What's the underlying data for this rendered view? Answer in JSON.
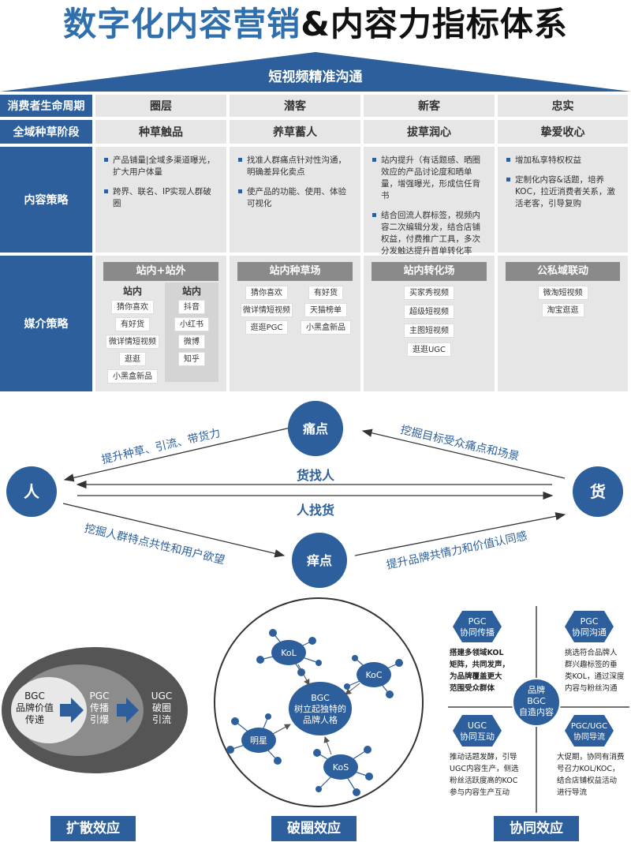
{
  "title": {
    "part1": "数字化内容营销",
    "part2": "&内容力指标体系"
  },
  "roof_label": "短视频精准沟通",
  "rows": {
    "lifecycle": {
      "label": "消费者生命周期",
      "cols": [
        "圈层",
        "潜客",
        "新客",
        "忠实"
      ]
    },
    "stage": {
      "label": "全域种草阶段",
      "cols": [
        "种草触品",
        "养草蓄人",
        "拔草润心",
        "挚爱收心"
      ]
    },
    "content": {
      "label": "内容策略",
      "cols": [
        [
          "产品铺量|全域多渠道曝光，扩大用户体量",
          "跨界、联名、IP实现人群破圈"
        ],
        [
          "找准人群痛点针对性沟通，明确差异化卖点",
          "使产品的功能、使用、体验可视化"
        ],
        [
          "站内提升（有话题感、晒圈效应的产品讨论度和晒单量，增强曝光，形成信任背书",
          "结合回流人群标签，视频内容二次编辑分发，结合店铺权益，付费推广工具，多次分发触达提升首单转化率"
        ],
        [
          "增加私享特权权益",
          "定制化内容&话题，培养KOC，拉近消费者关系，激活老客，引导复购"
        ]
      ]
    },
    "media": {
      "label": "媒介策略",
      "col1": {
        "head": "站内+站外",
        "left_head": "站内",
        "left": [
          "猜你喜欢",
          "有好货",
          "微详情短视频",
          "逛逛",
          "小黑盒新品"
        ],
        "right_head": "站内",
        "right": [
          "抖音",
          "小红书",
          "微博",
          "知乎"
        ]
      },
      "col2": {
        "head": "站内种草场",
        "left": [
          "猜你喜欢",
          "微详情短视频",
          "逛逛PGC"
        ],
        "right": [
          "有好货",
          "天猫榜单",
          "小黑盒新品"
        ]
      },
      "col3": {
        "head": "站内转化场",
        "items": [
          "买家秀视频",
          "超级短视频",
          "主图短视频",
          "逛逛UGC"
        ]
      },
      "col4": {
        "head": "公私域联动",
        "items": [
          "微淘短视频",
          "淘宝逛逛"
        ]
      }
    }
  },
  "flow": {
    "person": "人",
    "goods": "货",
    "pain": "痛点",
    "itch": "痒点",
    "goods_find_person": "货找人",
    "person_find_goods": "人找货",
    "top_left": "提升种草、引流、带货力",
    "top_right": "挖掘目标受众痛点和场景",
    "bottom_left": "挖掘人群特点共性和用户欲望",
    "bottom_right": "提升品牌共情力和价值认同感"
  },
  "diffusion": {
    "label": "扩散效应",
    "steps": [
      "BGC\n品牌价值\n传递",
      "PGC\n传播\n引爆",
      "UGC\n破圈\n引流"
    ]
  },
  "breakout": {
    "label": "破圈效应",
    "center": "BGC\n树立起独特的\n品牌人格",
    "nodes": [
      "KoL",
      "KoC",
      "明星",
      "KoS"
    ]
  },
  "synergy": {
    "label": "协同效应",
    "center": "品牌\nBGC\n自造内容",
    "quads": [
      {
        "badge": "PGC\n协同传播",
        "text": "搭建多领域KOL矩阵，共同发声，为品牌覆盖更大范围受众群体"
      },
      {
        "badge": "PGC\n协同沟通",
        "text": "挑选符合品牌人群兴趣标签的垂类KOL，通过深度内容与粉丝沟通"
      },
      {
        "badge": "UGC\n协同互动",
        "text": "推动话题发酵，引导UGC内容生产，侧选粉丝活跃度高的KOC参与内容生产互动"
      },
      {
        "badge": "PGC/UGC\n协同导流",
        "text": "大促期，协同有消费号召力KOL/KOC，结合店铺权益活动进行导流"
      }
    ]
  },
  "colors": {
    "primary": "#2c5f9c",
    "light": "#e6e6e6",
    "title_blue": "#2f6fad"
  }
}
